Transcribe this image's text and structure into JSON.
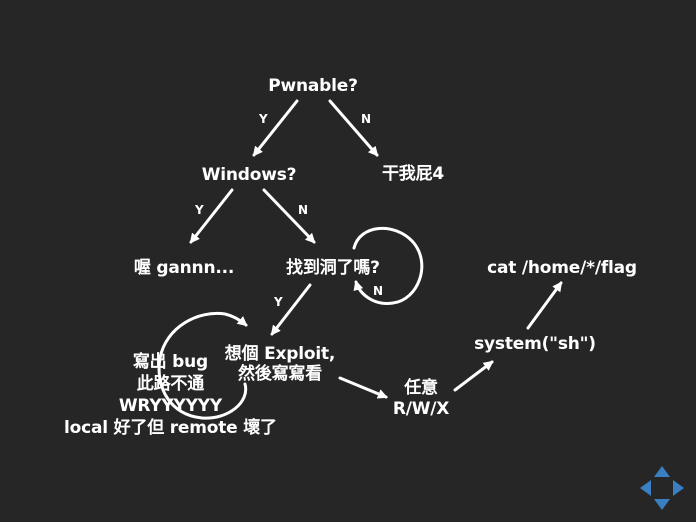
{
  "nodes": {
    "pwnable": "Pwnable?",
    "no_pwn": "干我屁4",
    "windows": "Windows?",
    "windows_yes": "喔 gannn...",
    "find_bug": "找到洞了嗎?",
    "exploit": "想個 Exploit,\n然後寫寫看",
    "failures": "寫出 bug\n此路不通\nWRYYYYYY\nlocal 好了但 remote 壞了",
    "rwx": "任意\nR/W/X",
    "system": "system(\"sh\")",
    "flag": "cat /home/*/flag"
  },
  "edges": {
    "pwnable_yes": "Y",
    "pwnable_no": "N",
    "windows_yes": "Y",
    "windows_no": "N",
    "find_bug_no": "N",
    "find_bug_yes": "Y"
  },
  "colors": {
    "background": "#262626",
    "text": "#ffffff",
    "nav_arrow": "#3a7fc1"
  },
  "icons": [
    "navigation-arrows-icon"
  ]
}
